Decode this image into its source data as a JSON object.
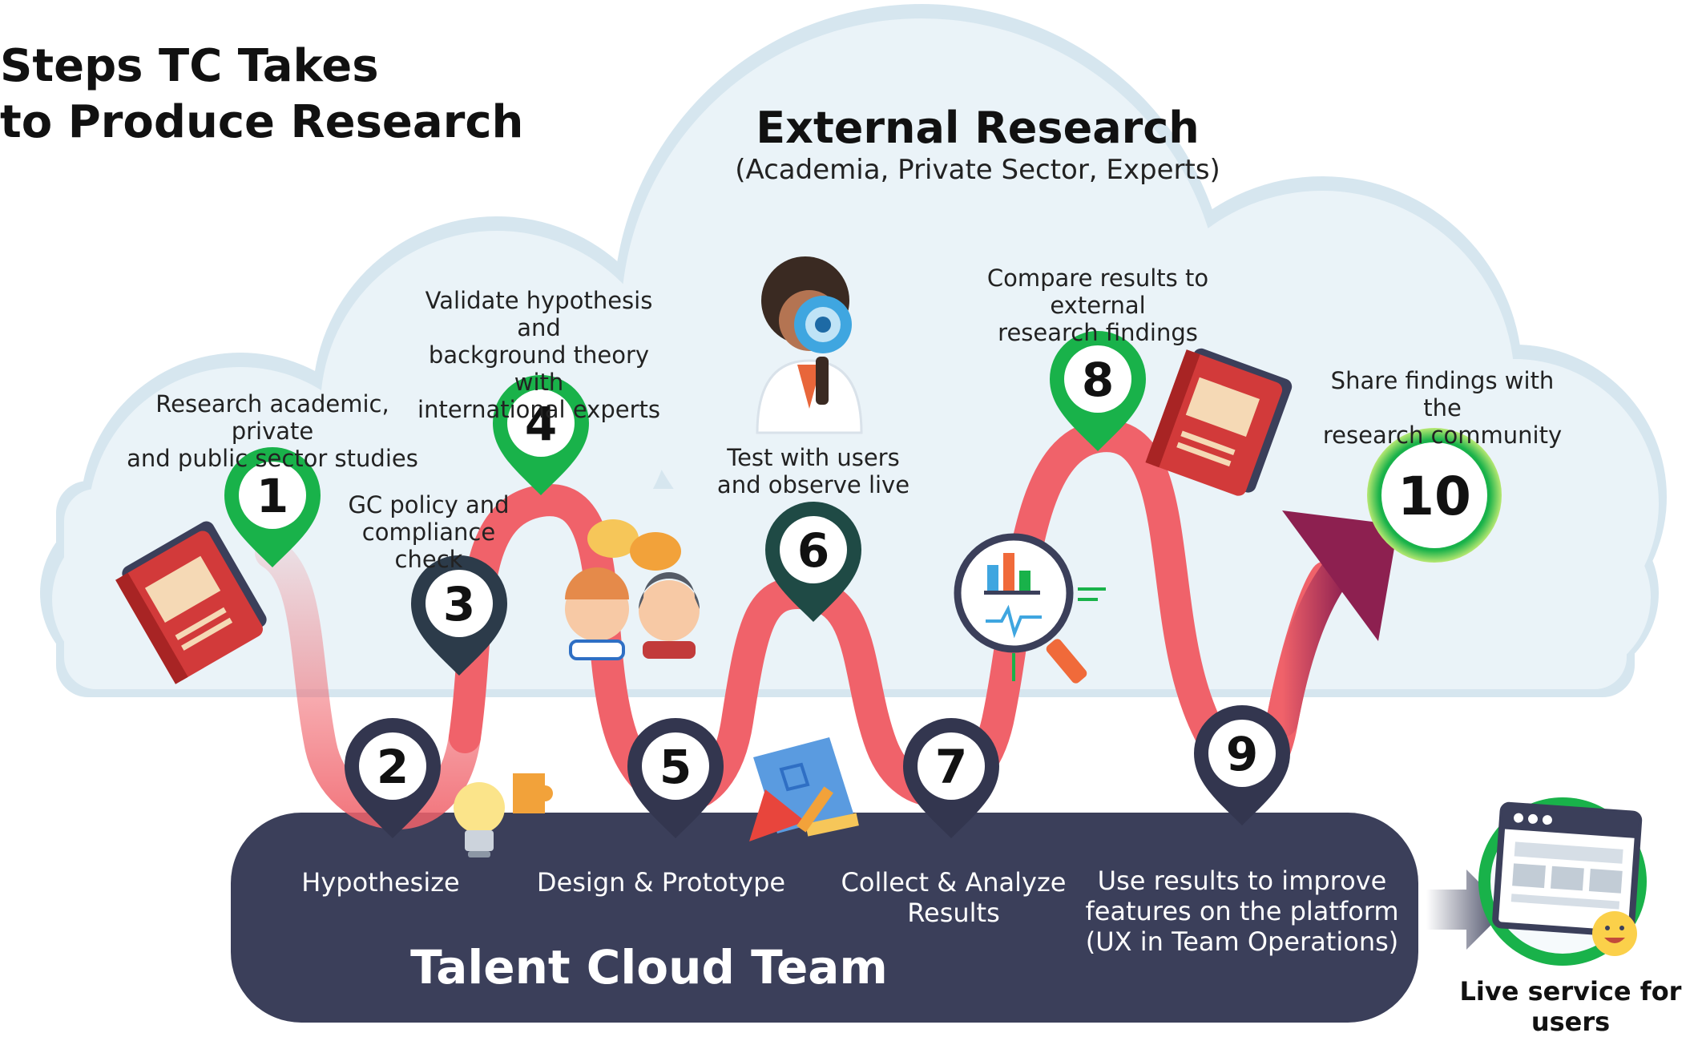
{
  "title": {
    "line1": "Steps TC Takes",
    "line2": "to Produce Research"
  },
  "external": {
    "title": "External Research",
    "subtitle": "(Academia, Private Sector, Experts)"
  },
  "captions": {
    "step1": [
      "Research academic, private",
      "and public sector studies"
    ],
    "step3": [
      "GC policy and",
      "compliance check"
    ],
    "step4": [
      "Validate hypothesis and",
      "background theory with",
      "international experts"
    ],
    "step6": [
      "Test with users",
      "and observe live"
    ],
    "step8": [
      "Compare results to external",
      "research findings"
    ],
    "step10": [
      "Share findings with the",
      "research community"
    ]
  },
  "band_labels": {
    "hypothesize": "Hypothesize",
    "design": "Design & Prototype",
    "collect": [
      "Collect & Analyze",
      "Results"
    ],
    "improve": [
      "Use results to improve",
      "features on the platform",
      "(UX in Team Operations)"
    ]
  },
  "team_label": "Talent Cloud Team",
  "live_label": "Live service for users",
  "steps": [
    {
      "number": "1",
      "zone": "external"
    },
    {
      "number": "2",
      "zone": "team"
    },
    {
      "number": "3",
      "zone": "team"
    },
    {
      "number": "4",
      "zone": "external"
    },
    {
      "number": "5",
      "zone": "team"
    },
    {
      "number": "6",
      "zone": "external"
    },
    {
      "number": "7",
      "zone": "team"
    },
    {
      "number": "8",
      "zone": "external"
    },
    {
      "number": "9",
      "zone": "team"
    },
    {
      "number": "10",
      "zone": "external"
    }
  ],
  "colors": {
    "cloud_fill": "#eaf3f8",
    "cloud_edge": "#d6e6ef",
    "band": "#3b3f5a",
    "path": "#f0626a",
    "arrow_dark": "#8d2050",
    "green": "#19b24a",
    "navy": "#33364f"
  },
  "icons": {
    "book_left": "book-icon",
    "bulb": "lightbulb-puzzle-icon",
    "people": "people-chat-icon",
    "design": "design-tools-icon",
    "researcher": "researcher-magnifier-icon",
    "analytics": "analytics-magnifier-icon",
    "book_right": "book-icon",
    "browser": "browser-window-icon"
  }
}
